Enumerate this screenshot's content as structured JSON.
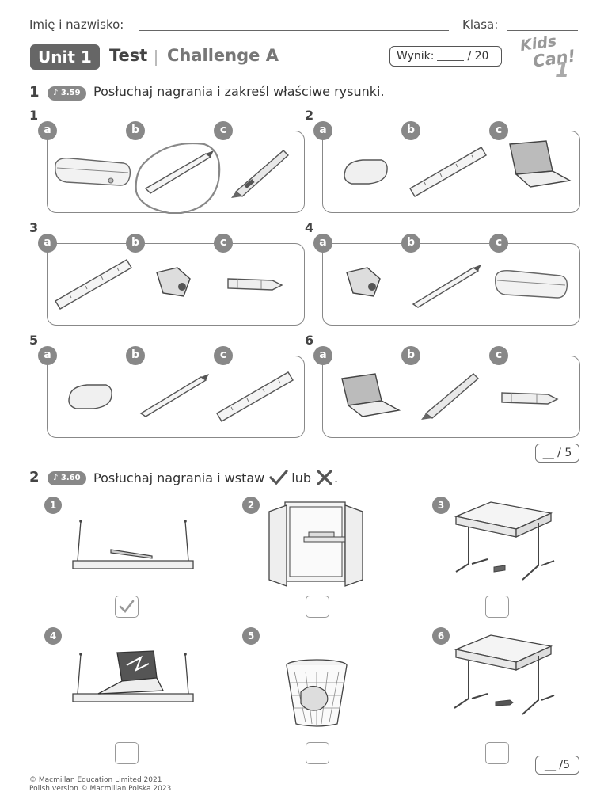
{
  "header": {
    "name_label": "Imię i nazwisko:",
    "class_label": "Klasa:",
    "unit": "Unit 1",
    "test": "Test",
    "challenge": "Challenge A",
    "score_label": "Wynik:",
    "score_total": "/ 20",
    "logo": {
      "line1": "Kids",
      "line2": "Can!",
      "num": "1"
    }
  },
  "exercise1": {
    "number": "1",
    "track": "♪ 3.59",
    "instruction": "Posłuchaj nagrania i zakreśl właściwe rysunki.",
    "items": [
      {
        "num": "1",
        "options": [
          "a",
          "b",
          "c"
        ]
      },
      {
        "num": "2",
        "options": [
          "a",
          "b",
          "c"
        ]
      },
      {
        "num": "3",
        "options": [
          "a",
          "b",
          "c"
        ]
      },
      {
        "num": "4",
        "options": [
          "a",
          "b",
          "c"
        ]
      },
      {
        "num": "5",
        "options": [
          "a",
          "b",
          "c"
        ]
      },
      {
        "num": "6",
        "options": [
          "a",
          "b",
          "c"
        ]
      }
    ],
    "score": "__ / 5"
  },
  "exercise2": {
    "number": "2",
    "track": "♪ 3.60",
    "instruction_a": "Posłuchaj nagrania i wstaw",
    "instruction_b": "lub",
    "items": [
      "1",
      "2",
      "3",
      "4",
      "5",
      "6"
    ],
    "score": "__ /5"
  },
  "footer": {
    "line1": "© Macmillan Education Limited 2021",
    "line2": "Polish version © Macmillan Polska 2023"
  }
}
